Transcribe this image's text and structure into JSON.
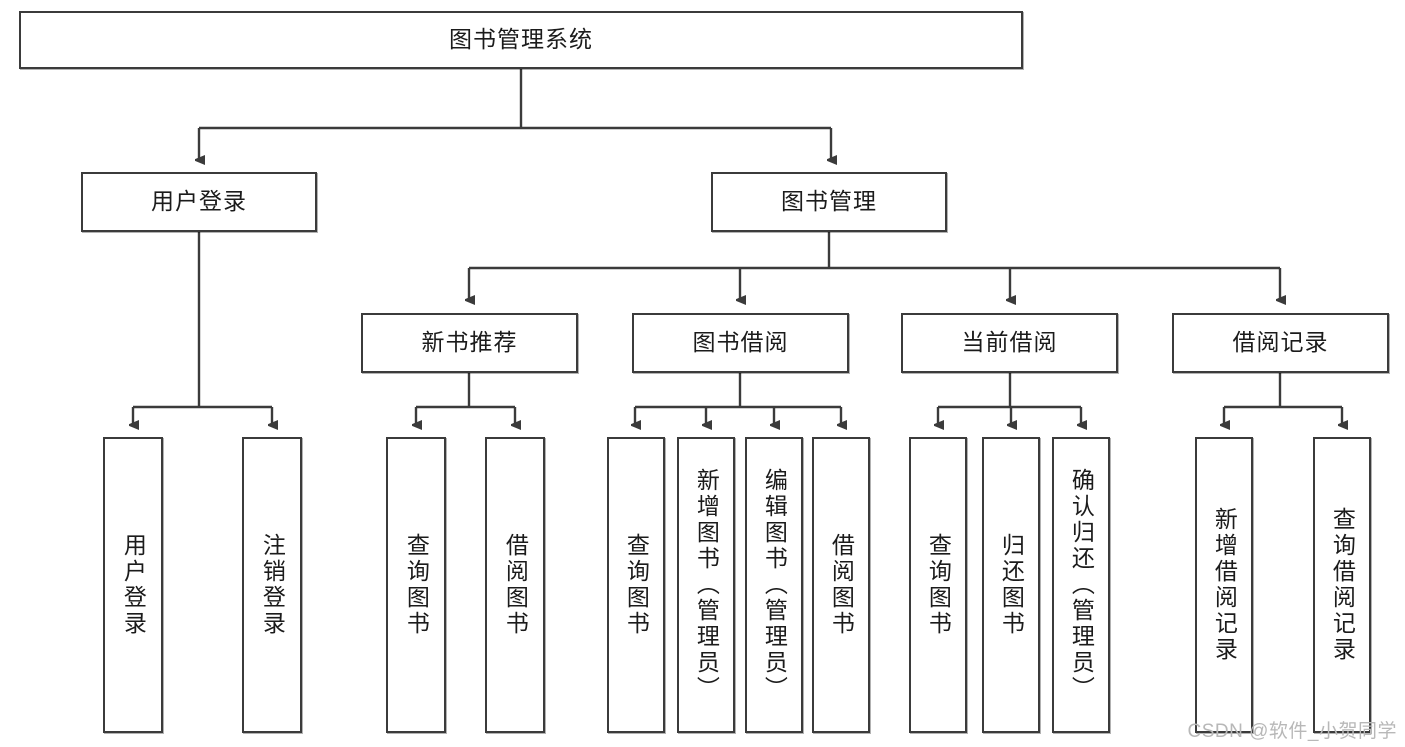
{
  "diagram": {
    "type": "tree-hierarchy",
    "title": "图书管理系统",
    "orientation": "top-down",
    "levels": 4,
    "colors": {
      "box_border": "#3b3b3b",
      "box_fill": "#ffffff",
      "connector": "#3b3b3b",
      "text": "#1b1b1b",
      "watermark": "#b8b8b8"
    }
  },
  "root": {
    "label": "图书管理系统"
  },
  "level2": [
    {
      "label": "用户登录"
    },
    {
      "label": "图书管理"
    }
  ],
  "level3": [
    {
      "label": "新书推荐"
    },
    {
      "label": "图书借阅"
    },
    {
      "label": "当前借阅"
    },
    {
      "label": "借阅记录"
    }
  ],
  "leaves": {
    "user_login": [
      {
        "label": "用户登录"
      },
      {
        "label": "注销登录"
      }
    ],
    "new_book_recommend": [
      {
        "label": "查询图书"
      },
      {
        "label": "借阅图书"
      }
    ],
    "book_borrow": [
      {
        "label": "查询图书"
      },
      {
        "label": "新增图书（管理员）"
      },
      {
        "label": "编辑图书（管理员）"
      },
      {
        "label": "借阅图书"
      }
    ],
    "current_borrow": [
      {
        "label": "查询图书"
      },
      {
        "label": "归还图书"
      },
      {
        "label": "确认归还（管理员）"
      }
    ],
    "borrow_record": [
      {
        "label": "新增借阅记录"
      },
      {
        "label": "查询借阅记录"
      }
    ]
  },
  "watermark": {
    "text": "CSDN @软件_小贺同学"
  }
}
